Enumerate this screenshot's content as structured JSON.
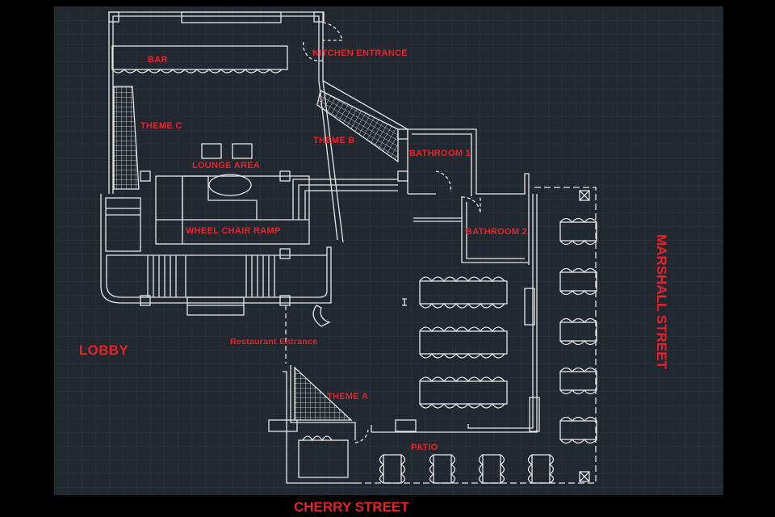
{
  "plan": {
    "background_color": "#212830",
    "line_color": "#e6e6e6",
    "label_color": "#e8202a",
    "rooms": {
      "bar": "BAR",
      "kitchen_entrance": "KITCHEN ENTRANCE",
      "theme_c": "THEME C",
      "theme_b": "THEME B",
      "lounge_area": "LOUNGE AREA",
      "bathroom_1": "BATHROOM 1",
      "wheel_chair_ramp": "WHEEL CHAIR RAMP",
      "bathroom_2": "BATHROOM 2",
      "restaurant_entrance": "Restaurant Entrance",
      "theme_a": "THEME A",
      "patio": "PATIO"
    },
    "areas": {
      "lobby": "LOBBY"
    },
    "streets": {
      "south": "CHERRY STREET",
      "east": "MARSHALL STREET"
    }
  }
}
